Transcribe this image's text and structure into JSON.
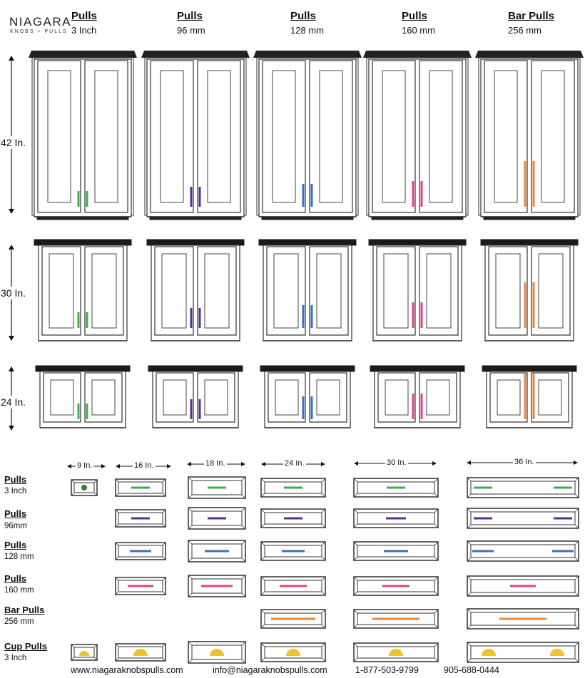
{
  "logo": {
    "wordmark": "NIAGARA",
    "tagline": "KNOBS + PULLS"
  },
  "columns": [
    {
      "title": "Pulls",
      "size": "3 Inch",
      "color": "#3fae49"
    },
    {
      "title": "Pulls",
      "size": "96 mm",
      "color": "#5b2d90"
    },
    {
      "title": "Pulls",
      "size": "128 mm",
      "color": "#3a6fc4"
    },
    {
      "title": "Pulls",
      "size": "160 mm",
      "color": "#e0418f"
    },
    {
      "title": "Bar Pulls",
      "size": "256 mm",
      "color": "#e8893a"
    }
  ],
  "cabinet_heights": [
    "42 In.",
    "30 In.",
    "24 In."
  ],
  "drawer_widths": [
    "9 In.",
    "16 In.",
    "18 In.",
    "24 In.",
    "30 In.",
    "36 In."
  ],
  "drawer_rows": [
    {
      "title": "Pulls",
      "size": "3 Inch",
      "color": "#3fae49"
    },
    {
      "title": "Pulls",
      "size": "96mm",
      "color": "#5b2d90"
    },
    {
      "title": "Pulls",
      "size": "128 mm",
      "color": "#3a6fc4"
    },
    {
      "title": "Pulls",
      "size": "160 mm",
      "color": "#e0418f"
    },
    {
      "title": "Bar Pulls",
      "size": "256 mm",
      "color": "#e8893a"
    },
    {
      "title": "Cup Pulls",
      "size": "3 Inch",
      "color": "#f2c12e"
    }
  ],
  "footer": {
    "website": "www.niagaraknobspulls.com",
    "email": "info@niagaraknobspulls.com",
    "phone1": "1-877-503-9799",
    "phone2": "905-688-0444"
  }
}
